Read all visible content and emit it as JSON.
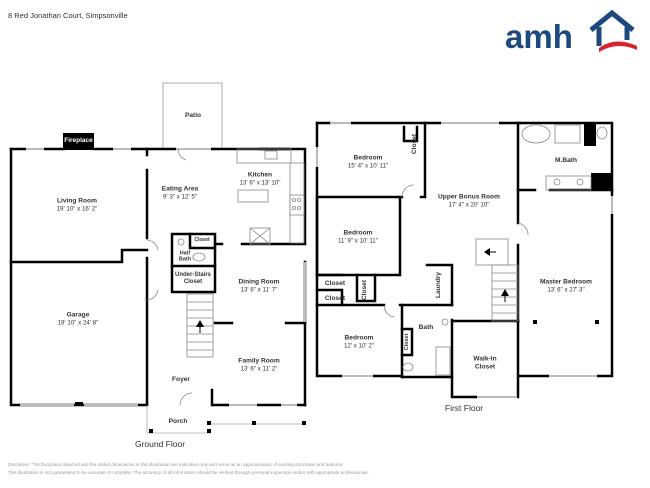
{
  "header": {
    "address": "8 Red Jonathan Court, Simpsonville",
    "logo": {
      "text": "amh",
      "text_color": "#1d4a7e",
      "swoosh_color": "#d8232a"
    }
  },
  "ground_floor": {
    "title": "Ground Floor",
    "rooms": {
      "fireplace": {
        "name": "Fireplace"
      },
      "patio": {
        "name": "Patio"
      },
      "living_room": {
        "name": "Living Room",
        "dims": "19' 10\" x 16' 2\""
      },
      "eating_area": {
        "name": "Eating Area",
        "dims": "9' 3\" x 12' 5\""
      },
      "kitchen": {
        "name": "Kitchen",
        "dims": "13' 6\" x 13' 10\""
      },
      "closet": {
        "name": "Closet"
      },
      "half_bath": {
        "name": "Half Bath"
      },
      "under_stairs_closet": {
        "name": "Under-Stairs Closet"
      },
      "garage": {
        "name": "Garage",
        "dims": "19' 10\" x 24' 8\""
      },
      "dining_room": {
        "name": "Dining Room",
        "dims": "13' 6\" x 11' 7\""
      },
      "family_room": {
        "name": "Family Room",
        "dims": "13' 6\" x 11' 2\""
      },
      "foyer": {
        "name": "Foyer"
      },
      "porch": {
        "name": "Porch"
      }
    }
  },
  "first_floor": {
    "title": "First Floor",
    "rooms": {
      "bedroom_1": {
        "name": "Bedroom",
        "dims": "15' 4\" x 10' 11\""
      },
      "bedroom_1_closet": {
        "name": "Closet"
      },
      "upper_bonus_room": {
        "name": "Upper Bonus Room",
        "dims": "17' 4\" x 20' 10\""
      },
      "m_bath": {
        "name": "M.Bath"
      },
      "bedroom_2": {
        "name": "Bedroom",
        "dims": "11' 9\" x 10' 11\""
      },
      "closet_a": {
        "name": "Closet"
      },
      "closet_b": {
        "name": "Closet"
      },
      "closet_c": {
        "name": "Closet"
      },
      "laundry": {
        "name": "Laundry"
      },
      "master_bedroom": {
        "name": "Master Bedroom",
        "dims": "13' 6\" x 27' 3\""
      },
      "bath": {
        "name": "Bath"
      },
      "bath_closet": {
        "name": "Closet"
      },
      "bedroom_3": {
        "name": "Bedroom",
        "dims": "12' x 10' 2\""
      },
      "walk_in_closet": {
        "name": "Walk-In Closet"
      }
    }
  },
  "disclaimer": {
    "line1": "Disclaimer: The floorplans depicted and the stated dimensions in this illustration are indicative only and serve as an approximation of existing structures and features.",
    "line2": "This illustration is not guaranteed to be accurate or complete. The accuracy of all information should be verified through personal inspection and/or with appropriate professionals."
  }
}
